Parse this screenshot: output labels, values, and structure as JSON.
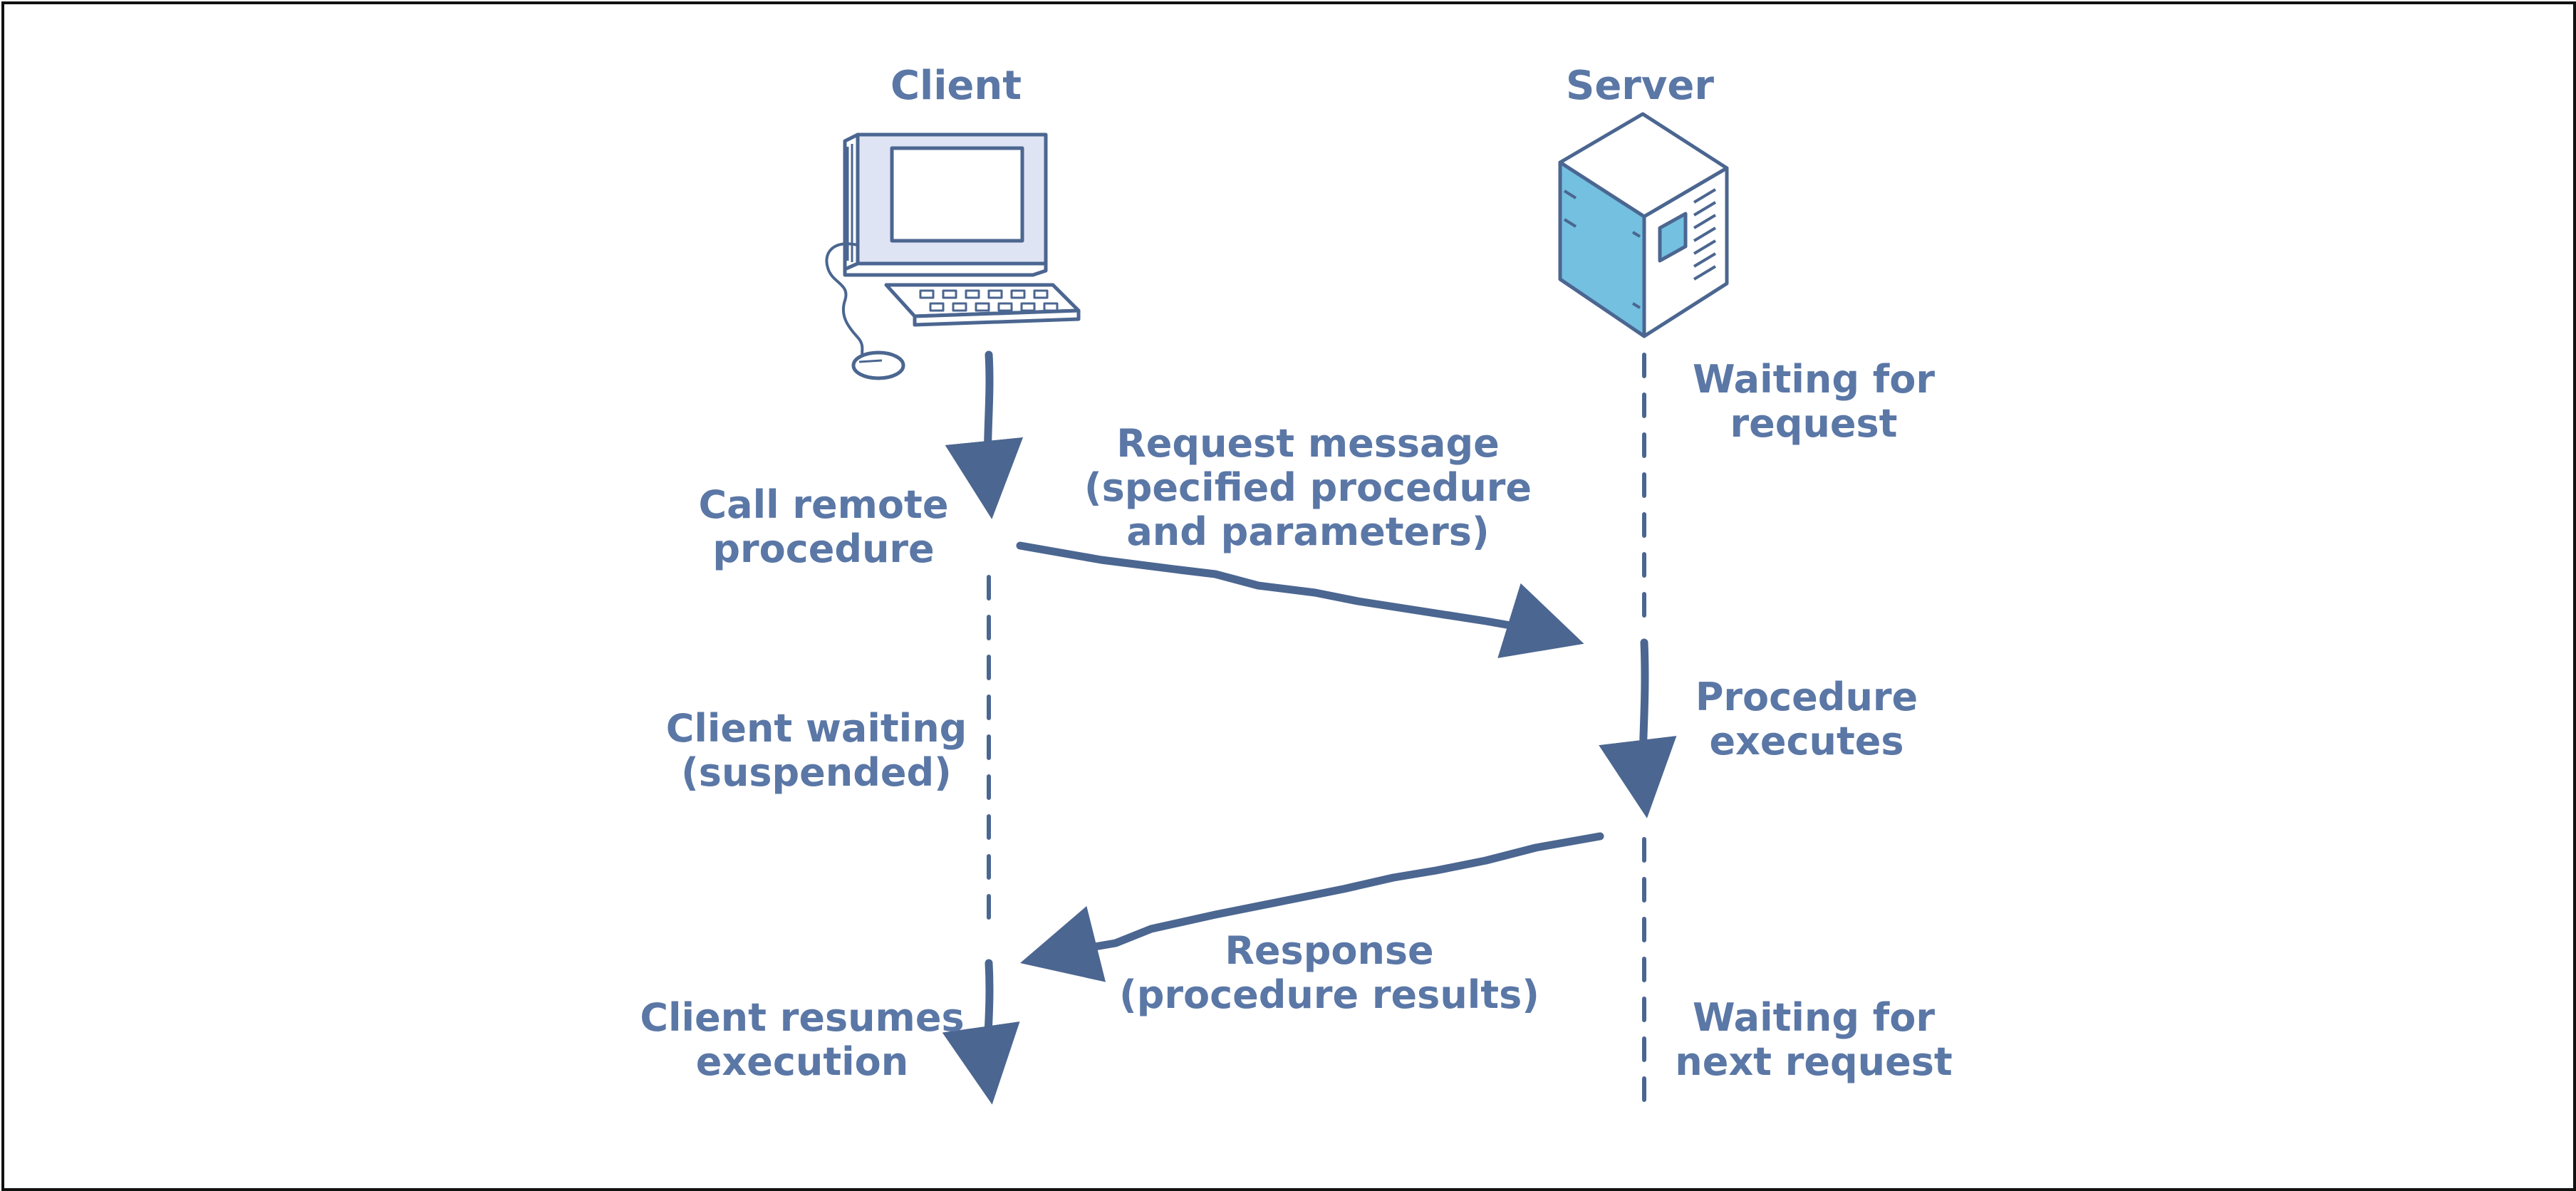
{
  "actors": {
    "client": "Client",
    "server": "Server"
  },
  "labels": {
    "server_waiting": [
      "Waiting for",
      "request"
    ],
    "request_message": [
      "Request message",
      "(specified procedure",
      "and parameters)"
    ],
    "call_remote": [
      "Call remote",
      "procedure"
    ],
    "procedure_executes": [
      "Procedure",
      "executes"
    ],
    "client_waiting": [
      "Client waiting",
      "(suspended)"
    ],
    "response": [
      "Response",
      "(procedure results)"
    ],
    "client_resumes": [
      "Client resumes",
      "execution"
    ],
    "server_waiting_next": [
      "Waiting for",
      "next request"
    ]
  },
  "icons": {
    "client": "desktop-computer-icon",
    "server": "server-tower-icon"
  },
  "colors": {
    "text": "#5a77a6",
    "line": "#4b6690",
    "server_side": "#73c0e0",
    "monitor_fill": "#dfe4f4",
    "border": "#111111"
  }
}
